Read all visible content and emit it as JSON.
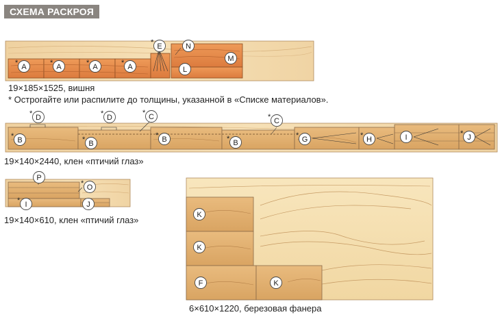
{
  "header": {
    "title": "СХЕМА РАСКРОЯ"
  },
  "boards": [
    {
      "id": "board1",
      "caption": "19×185×1525, вишня"
    },
    {
      "id": "board2",
      "caption": "19×140×2440, клен «птичий глаз»"
    },
    {
      "id": "board3",
      "caption": "19×140×610, клен «птичий глаз»"
    },
    {
      "id": "board4",
      "caption": "6×610×1220, березовая фанера"
    }
  ],
  "note": "* Острогайте или распилите до толщины, указанной в «Списке материалов».",
  "parts": {
    "A": "A",
    "B": "B",
    "C": "C",
    "D": "D",
    "E": "E",
    "F": "F",
    "G": "G",
    "H": "H",
    "I": "I",
    "J": "J",
    "K": "K",
    "L": "L",
    "M": "M",
    "N": "N",
    "O": "O",
    "P": "P"
  },
  "star": "*",
  "colors": {
    "wood_light": "#f3d9a8",
    "cherry": "#e8894c",
    "maple_part": "#e3b172",
    "plywood": "#f6e2b4",
    "plywood_part": "#e6b67a",
    "outline": "#8a6a48"
  }
}
